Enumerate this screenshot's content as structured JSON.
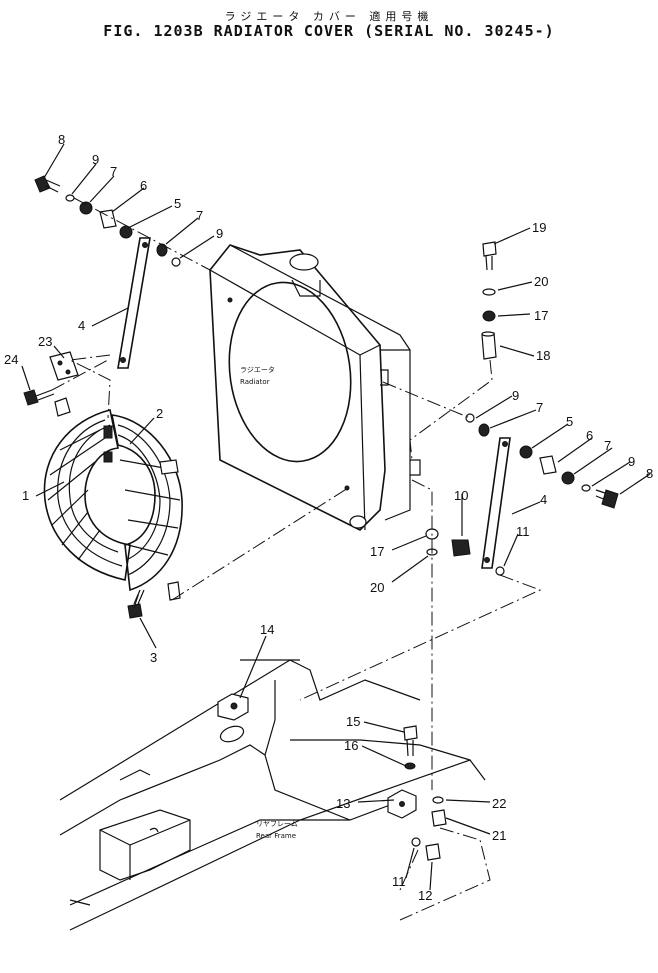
{
  "header": {
    "title_jp": "ラジエータ カバー 適用号機",
    "title_en": "FIG. 1203B  RADIATOR COVER (SERIAL NO. 30245-)"
  },
  "labels": {
    "radiator_jp": "ラジエータ",
    "radiator_en": "Radiator",
    "rear_frame_jp": "リヤフレーム",
    "rear_frame_en": "Rear Frame"
  },
  "callouts": {
    "c1": "1",
    "c2": "2",
    "c3": "3",
    "c4a": "4",
    "c4b": "4",
    "c5a": "5",
    "c5b": "5",
    "c6a": "6",
    "c6b": "6",
    "c7a": "7",
    "c7b": "7",
    "c7c": "7",
    "c7d": "7",
    "c8a": "8",
    "c8b": "8",
    "c9a": "9",
    "c9b": "9",
    "c9c": "9",
    "c9d": "9",
    "c10": "10",
    "c11a": "11",
    "c11b": "11",
    "c12": "12",
    "c13": "13",
    "c14": "14",
    "c15": "15",
    "c16": "16",
    "c17a": "17",
    "c17b": "17",
    "c18": "18",
    "c19": "19",
    "c20a": "20",
    "c20b": "20",
    "c21": "21",
    "c22": "22",
    "c23": "23",
    "c24": "24"
  }
}
